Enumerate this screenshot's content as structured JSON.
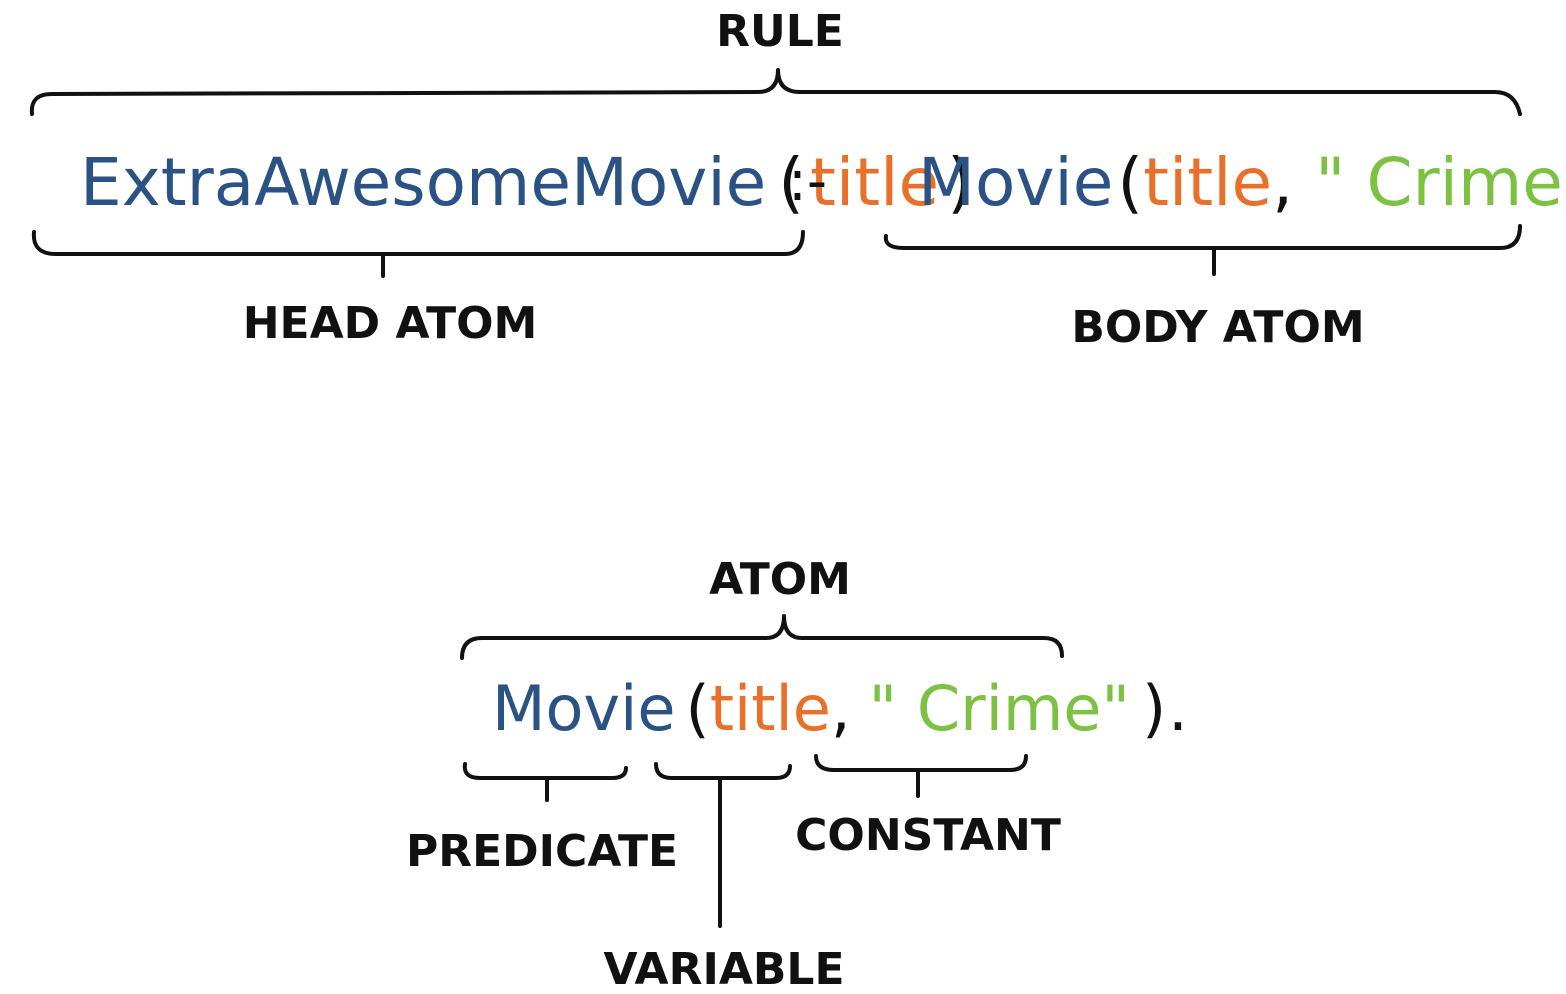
{
  "rule_section": {
    "label": "RULE",
    "head": {
      "predicate": "ExtraAwesomeMovie",
      "open_paren": "(",
      "variable": "title",
      "close_paren": ")"
    },
    "separator": ":-",
    "body": {
      "predicate": "Movie",
      "open_paren": "(",
      "variable": "title",
      "comma": ",",
      "constant": "\" Crime\"",
      "close_paren": ")",
      "terminator": "."
    },
    "head_label": "HEAD ATOM",
    "body_label": "BODY ATOM"
  },
  "atom_section": {
    "label": "ATOM",
    "predicate": "Movie",
    "open_paren": "(",
    "variable": "title",
    "comma": ",",
    "constant": "\" Crime\"",
    "close_paren": ")",
    "terminator": ".",
    "predicate_label": "PREDICATE",
    "variable_label": "VARIABLE",
    "constant_label": "CONSTANT"
  },
  "colors": {
    "predicate": "#2a5285",
    "variable": "#e8702a",
    "constant": "#7cc142",
    "ink": "#111111"
  }
}
